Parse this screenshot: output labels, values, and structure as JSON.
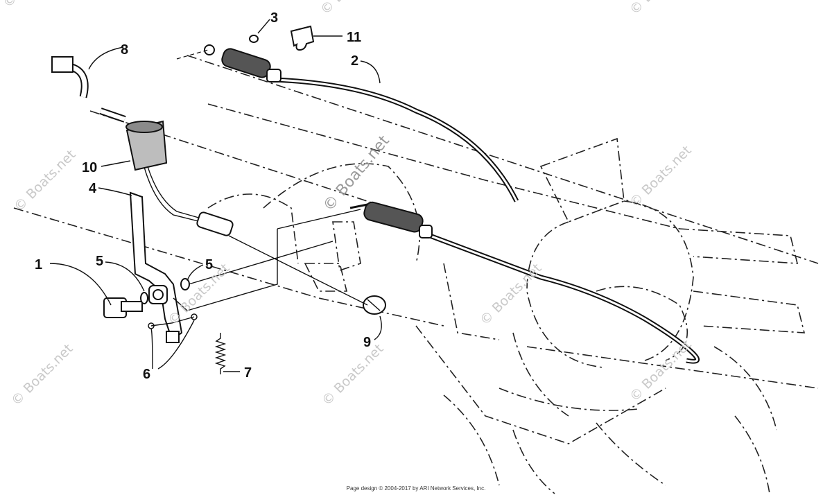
{
  "callouts": {
    "c1": "1",
    "c2": "2",
    "c3": "3",
    "c4": "4",
    "c5a": "5",
    "c5b": "5",
    "c6": "6",
    "c7": "7",
    "c8": "8",
    "c9": "9",
    "c10": "10",
    "c11": "11"
  },
  "watermarks": {
    "w1": "© Boats.net",
    "w2": "© Boats.net",
    "w3": "© Boats.net",
    "w4": "© Boats.net",
    "w5": "© Boats.net",
    "w6": "© Boats.net",
    "w7": "© Boats.net",
    "w8": "© Boats.net",
    "w9": "© Boats.net",
    "w10": "© Boats.net",
    "center": "© Boats.net"
  },
  "footer": "Page design © 2004-2017 by ARI Network Services, Inc."
}
